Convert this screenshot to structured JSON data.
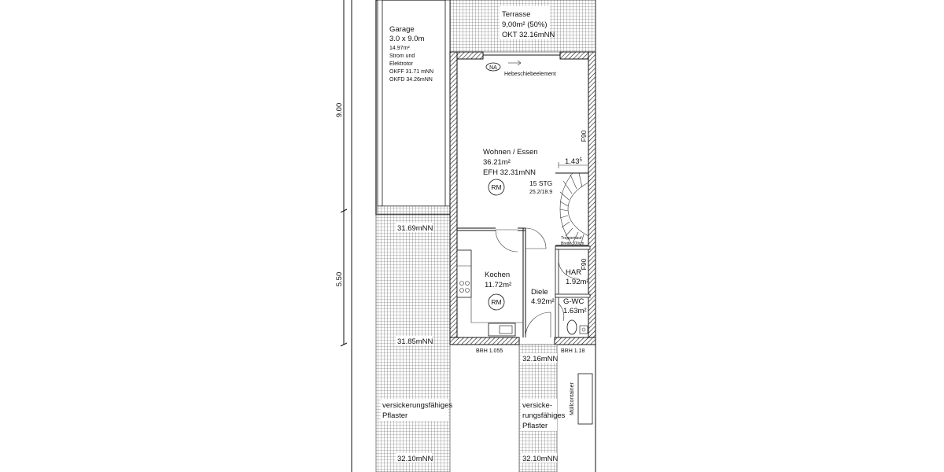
{
  "dimensions": {
    "upper": "9.00",
    "lower": "5.50",
    "stair_width": "1.43",
    "stair_width_sup": "5"
  },
  "garage": {
    "title": "Garage",
    "size": "3.0 x 9.0m",
    "area": "14.97m²",
    "line1": "Strom und",
    "line2": "Elektrotor",
    "okff": "OKFF 31.71 mNN",
    "okfd": "OKFD 34.26mNN"
  },
  "terrace": {
    "title": "Terrasse",
    "area": "9,00m² (50%)",
    "okt": "OKT 32.16mNN"
  },
  "door": {
    "tag": "NA",
    "label": "Hebeschiebeelement"
  },
  "living": {
    "name": "Wohnen / Essen",
    "area": "36.21m²",
    "efh": "EFH 32.31mNN",
    "rm": "RM"
  },
  "stairs": {
    "steps": "15 STG",
    "ratio": "25.2/18.9",
    "small1": "Treppenlauf",
    "small2": "Breite 100cm"
  },
  "fire": {
    "upper": "F90",
    "lower": "F90"
  },
  "kitchen": {
    "name": "Kochen",
    "area": "11.72m²",
    "rm": "RM"
  },
  "hall": {
    "name": "Diele",
    "area": "4.92m²"
  },
  "har": {
    "name": "HAR",
    "area": "1.92m²"
  },
  "wc": {
    "name": "G-WC",
    "area": "1.63m²"
  },
  "levels": {
    "garage_front": "31.69mNN",
    "pav_left": "31.85mNN",
    "entry": "32.16mNN",
    "bottom_left": "32.10mNN",
    "bottom_mid": "32.10mNN"
  },
  "brh": {
    "left": "BRH 1.055",
    "right": "BRH 1.18"
  },
  "paving_left": {
    "line1": "versickerungsfähiges",
    "line2": "Pflaster"
  },
  "paving_mid": {
    "line1": "versicke-",
    "line2": "rungsfähiges",
    "line3": "Pflaster"
  },
  "bin": "Müllcontainer"
}
